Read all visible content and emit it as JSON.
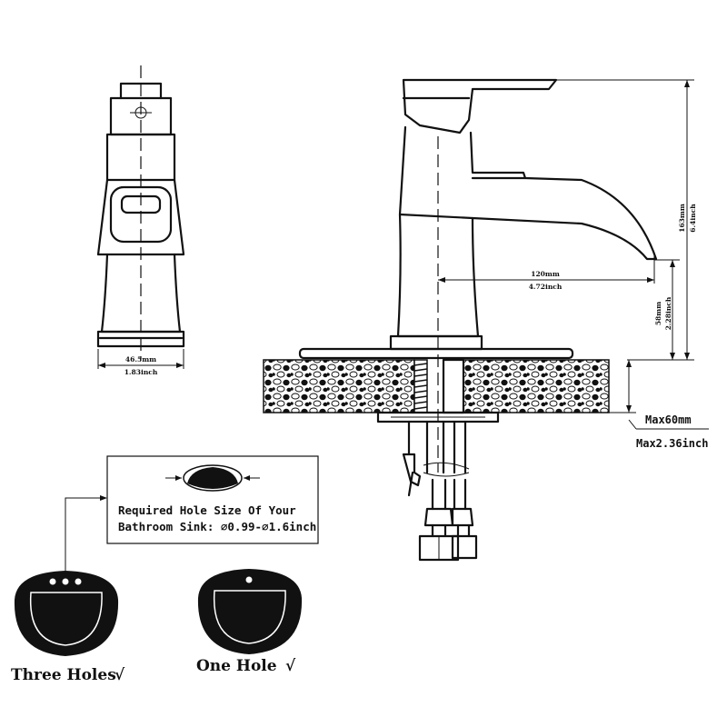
{
  "front_view": {
    "width_mm": "46.5mm",
    "width_inch": "1.83inch"
  },
  "side_view": {
    "height_mm": "163mm",
    "height_inch": "6.4inch",
    "reach_mm": "120mm",
    "reach_inch": "4.72inch",
    "spout_height_mm": "58mm",
    "spout_height_inch": "2.28inch",
    "max_deck_mm": "Max60mm",
    "max_deck_inch": "Max2.36inch"
  },
  "hole_size_note": {
    "line1": "Required Hole Size Of Your",
    "line2": "Bathroom Sink: ⌀0.99-⌀1.6inch"
  },
  "sinks": [
    {
      "label": "Three Holes",
      "check": "√"
    },
    {
      "label": "One Hole",
      "check": "√"
    }
  ]
}
